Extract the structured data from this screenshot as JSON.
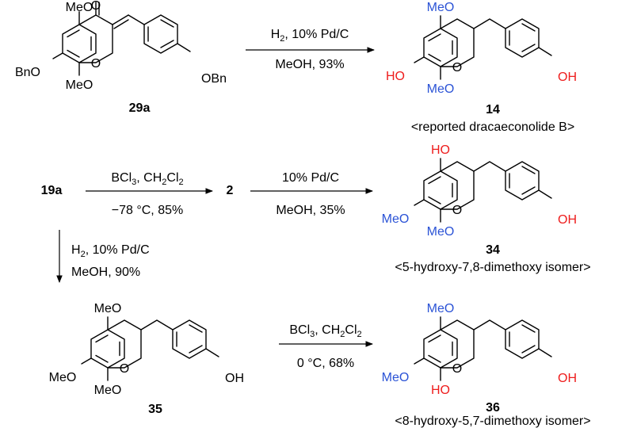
{
  "colors": {
    "methoxy": "#2b53d6",
    "hydroxy": "#ee1c1c",
    "default": "#000000"
  },
  "groups": {
    "ome": "MeO",
    "oh": "OH",
    "ho": "HO",
    "obn": "OBn",
    "bno": "BnO",
    "ring_o": "O",
    "keto_o": "O"
  },
  "compounds": {
    "c29a": "29a",
    "c14": "14",
    "c14_caption": "<reported dracaeconolide B>",
    "c19a": "19a",
    "c2": "2",
    "c34": "34",
    "c34_caption": "<5-hydroxy-7,8-dimethoxy isomer>",
    "c35": "35",
    "c36": "36",
    "c36_caption": "<8-hydroxy-5,7-dimethoxy isomer>"
  },
  "reactions": {
    "r1_top_a": "H",
    "r1_top_sub": "2",
    "r1_top_b": ", 10% Pd/C",
    "r1_bottom": "MeOH, 93%",
    "r2_top_a": "BCl",
    "r2_top_sub1": "3",
    "r2_top_b": ", CH",
    "r2_top_sub2": "2",
    "r2_top_c": "Cl",
    "r2_top_sub3": "2",
    "r2_bottom": "−78 °C, 85%",
    "r3_top": "10% Pd/C",
    "r3_bottom": "MeOH, 35%",
    "r4_top_a": "H",
    "r4_top_sub": "2",
    "r4_top_b": ", 10% Pd/C",
    "r4_bottom": "MeOH, 90%",
    "r5_top_a": "BCl",
    "r5_top_sub1": "3",
    "r5_top_b": ", CH",
    "r5_top_sub2": "2",
    "r5_top_c": "Cl",
    "r5_top_sub3": "2",
    "r5_bottom": "0 °C, 68%"
  }
}
